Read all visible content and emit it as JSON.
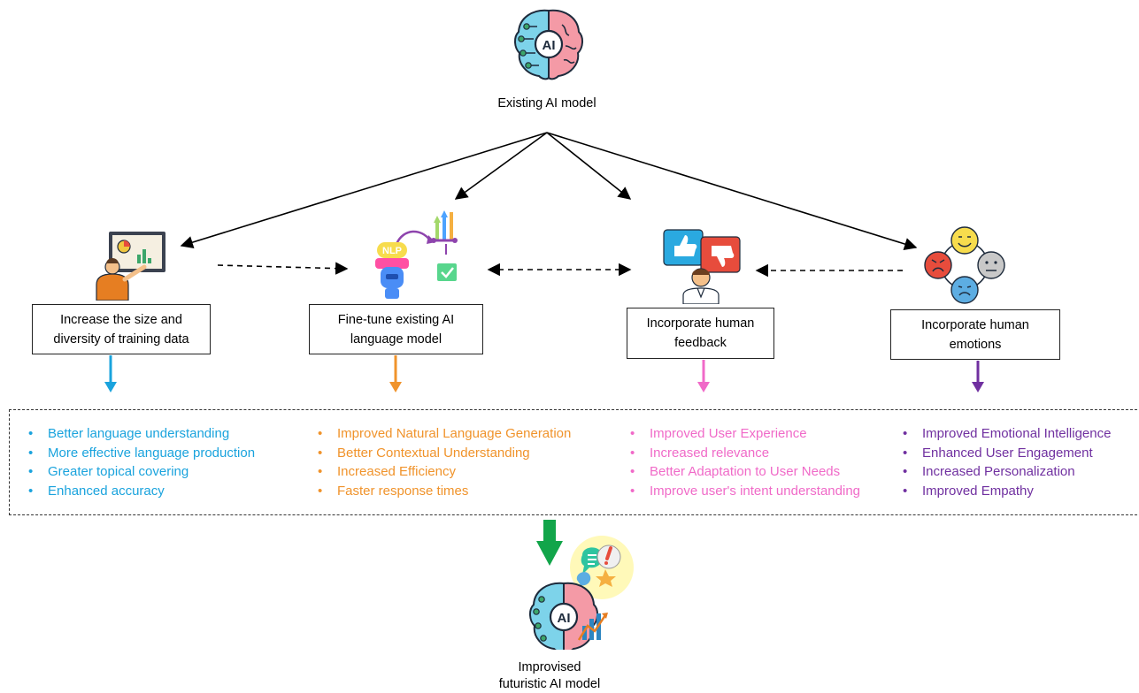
{
  "top_node": {
    "label": "Existing AI model",
    "icon": "ai-brain-icon"
  },
  "methods": [
    {
      "id": "training-data",
      "label": "Increase the size and diversity of training data",
      "icon": "teacher-presentation-icon",
      "color": "#1aa3dd",
      "benefits": [
        "Better language understanding",
        "More effective language production",
        "Greater topical covering",
        "Enhanced accuracy"
      ]
    },
    {
      "id": "fine-tune",
      "label": "Fine-tune existing AI language model",
      "icon": "nlp-robot-icon",
      "color": "#f0932b",
      "benefits": [
        "Improved Natural Language Generation",
        "Better Contextual Understanding",
        "Increased Efficiency",
        "Faster response times"
      ]
    },
    {
      "id": "human-feedback",
      "label": "Incorporate human feedback",
      "icon": "feedback-thumbs-icon",
      "color": "#f06ac8",
      "benefits": [
        "Improved User Experience",
        "Increased relevance",
        "Better Adaptation to User Needs",
        "Improve user's intent understanding"
      ]
    },
    {
      "id": "human-emotions",
      "label": "Incorporate human emotions",
      "icon": "emotion-faces-icon",
      "color": "#7030a0",
      "benefits": [
        "Improved Emotional Intelligence",
        "Enhanced User Engagement",
        "Increased Personalization",
        "Improved Empathy"
      ]
    }
  ],
  "result_arrow_color": "#12a54a",
  "bottom_node": {
    "label_line1": "Improvised",
    "label_line2": "futuristic AI model",
    "icon": "ai-brain-chart-icon"
  }
}
